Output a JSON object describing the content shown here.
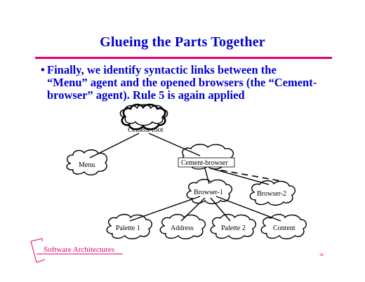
{
  "slide": {
    "title": "Glueing the Parts Together",
    "bullet_marker": "•",
    "bullet_lines": [
      "Finally, we identify syntactic links between the",
      "“Menu” agent and the opened browsers (the “Cement-",
      "browser” agent).  Rule 5 is again applied"
    ],
    "footer": "Software Architectures",
    "page_number": "36"
  },
  "diagram": {
    "nodes": {
      "cement_root": "Cement-root",
      "menu": "Menu",
      "cement_browser": "Cement-browser",
      "browser1": "Browser-1",
      "browser2": "Browser-2",
      "palette1": "Palette 1",
      "address": "Address",
      "palette2": "Palette 2",
      "content": "Content"
    }
  },
  "colors": {
    "title": "#0000d0",
    "accent": "#e0006e"
  }
}
